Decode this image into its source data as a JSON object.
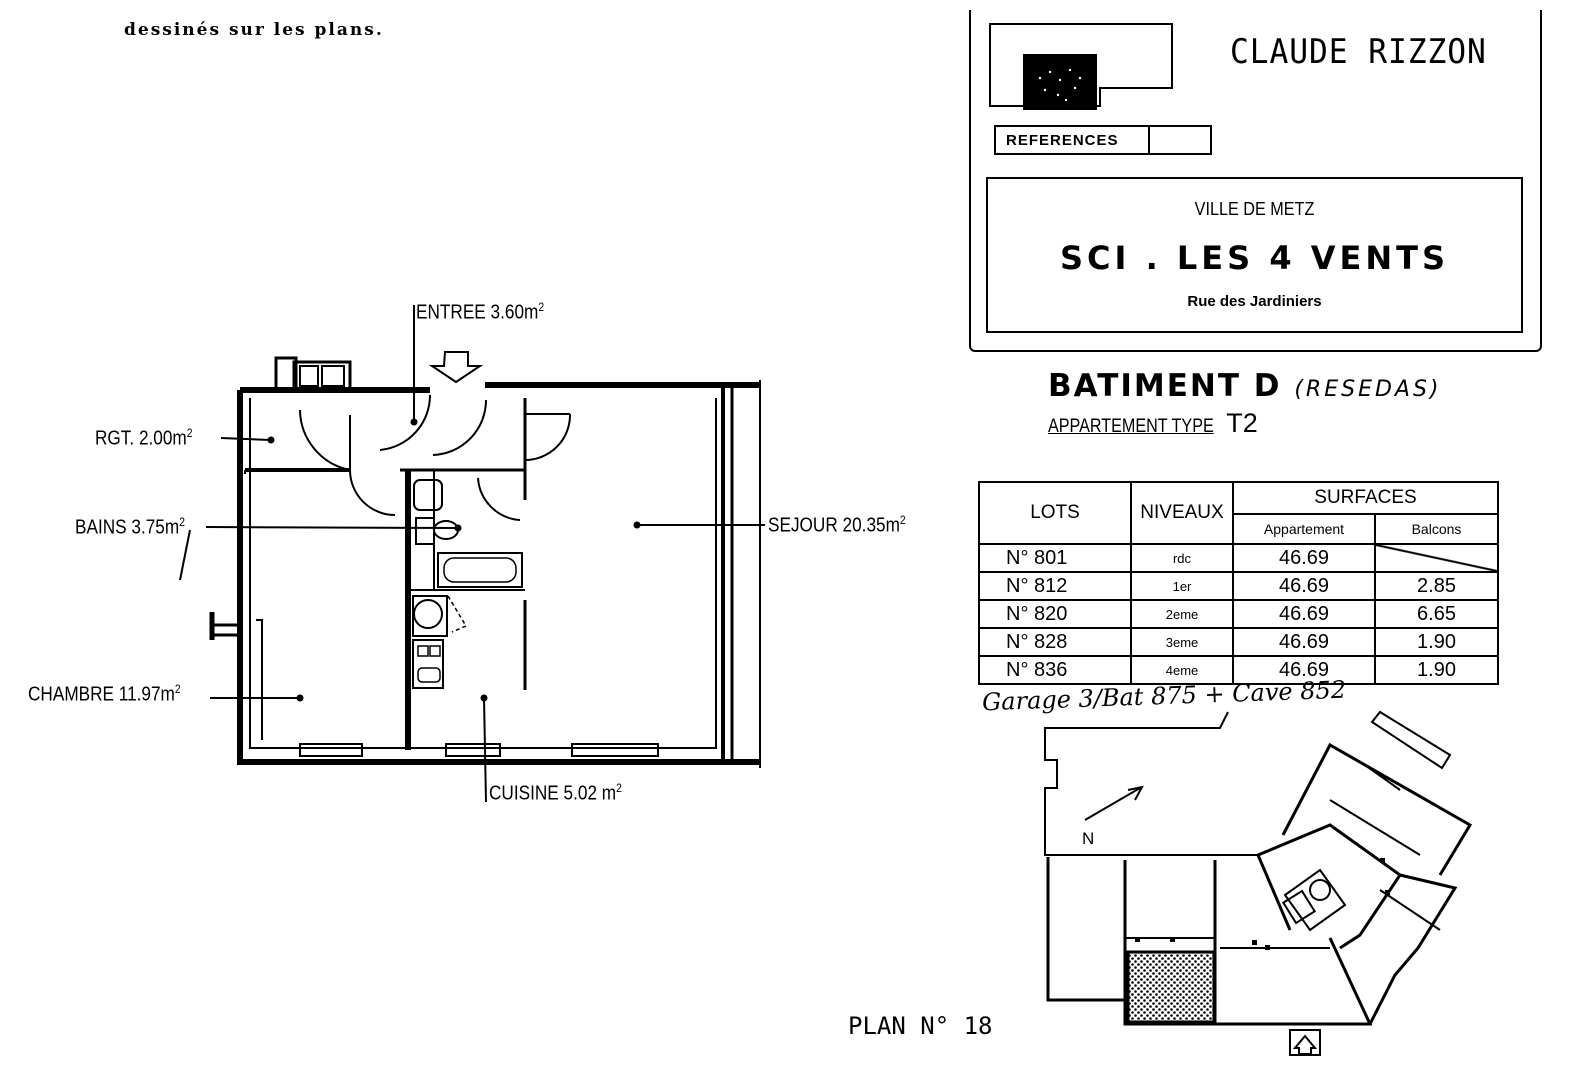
{
  "intro_text": "dessinés sur les plans.",
  "rooms": {
    "entree": "ENTREE 3.60m",
    "rgt": "RGT. 2.00m",
    "bains": "BAINS 3.75m",
    "sejour": "SEJOUR 20.35m",
    "chambre": "CHAMBRE 11.97m",
    "cuisine": "CUISINE 5.02 m",
    "squared": "2"
  },
  "cartouche": {
    "architect": "CLAUDE RIZZON",
    "references_label": "REFERENCES",
    "city": "VILLE DE METZ",
    "project": "SCI . LES 4 VENTS",
    "street": "Rue des Jardiniers"
  },
  "building": {
    "name": "BATIMENT D",
    "note": "(RESEDAS)",
    "apt_label": "APPARTEMENT TYPE",
    "apt_type": "T2"
  },
  "surface_table": {
    "headers": {
      "lots": "LOTS",
      "niveaux": "NIVEAUX",
      "surfaces": "SURFACES",
      "appartement": "Appartement",
      "balcons": "Balcons"
    },
    "rows": [
      {
        "lot": "N° 801",
        "niveau": "rdc",
        "appartement": "46.69",
        "balcon": ""
      },
      {
        "lot": "N° 812",
        "niveau": "1er",
        "appartement": "46.69",
        "balcon": "2.85"
      },
      {
        "lot": "N° 820",
        "niveau": "2eme",
        "appartement": "46.69",
        "balcon": "6.65"
      },
      {
        "lot": "N° 828",
        "niveau": "3eme",
        "appartement": "46.69",
        "balcon": "1.90"
      },
      {
        "lot": "N° 836",
        "niveau": "4eme",
        "appartement": "46.69",
        "balcon": "1.90"
      }
    ]
  },
  "garage_note": "Garage 3/Bat 875 + Cave 852",
  "north_label": "N",
  "site_plan_icon": "home-icon",
  "logo_icon": "architect-logo-icon",
  "plan_number": "PLAN N° 18"
}
